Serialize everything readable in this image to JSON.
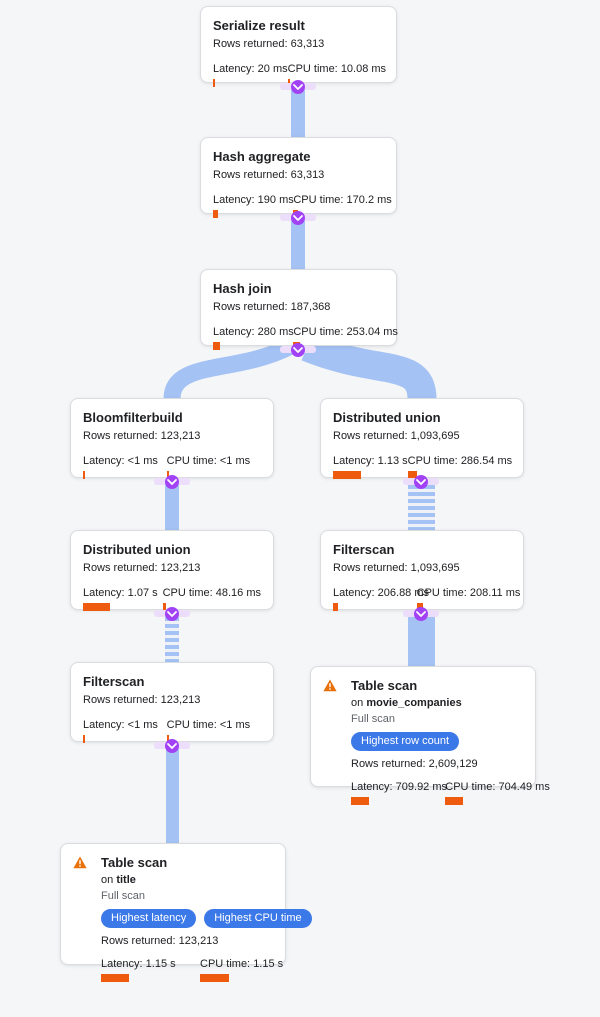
{
  "labels": {
    "rows": "Rows returned:",
    "latency": "Latency:",
    "cpu": "CPU time:",
    "on": "on"
  },
  "colors": {
    "canvas_bg": "#f5f6f8",
    "link_blue": "#a4c2f4",
    "chevron_purple": "#a142f4",
    "chevron_band": "#ecddfb",
    "metric_bar_orange": "#ee5b0f",
    "badge_blue": "#3b78e8",
    "warning_orange": "#e8710a",
    "scan_type_gray": "#5f6368"
  },
  "nodes": [
    {
      "title": "Serialize result",
      "rows": "63,313",
      "latency": "20 ms",
      "cpu": "10.08 ms",
      "latency_bar": 2,
      "cpu_bar": 2
    },
    {
      "title": "Hash aggregate",
      "rows": "63,313",
      "latency": "190 ms",
      "cpu": "170.2 ms",
      "latency_bar": 5,
      "cpu_bar": 5
    },
    {
      "title": "Hash join",
      "rows": "187,368",
      "latency": "280 ms",
      "cpu": "253.04 ms",
      "latency_bar": 7,
      "cpu_bar": 7
    },
    {
      "title": "Bloomfilterbuild",
      "rows": "123,213",
      "latency": "<1 ms",
      "cpu": "<1 ms",
      "latency_bar": 2,
      "cpu_bar": 2
    },
    {
      "title": "Distributed union",
      "rows": "1,093,695",
      "latency": "1.13 s",
      "cpu": "286.54 ms",
      "latency_bar": 28,
      "cpu_bar": 9
    },
    {
      "title": "Distributed union",
      "rows": "123,213",
      "latency": "1.07 s",
      "cpu": "48.16 ms",
      "latency_bar": 27,
      "cpu_bar": 3
    },
    {
      "title": "Filterscan",
      "rows": "1,093,695",
      "latency": "206.88 ms",
      "cpu": "208.11 ms",
      "latency_bar": 5,
      "cpu_bar": 6
    },
    {
      "title": "Filterscan",
      "rows": "123,213",
      "latency": "<1 ms",
      "cpu": "<1 ms",
      "latency_bar": 2,
      "cpu_bar": 2
    },
    {
      "title": "Table scan",
      "table": "movie_companies",
      "scan_type": "Full scan",
      "badges": [
        "Highest row count"
      ],
      "rows": "2,609,129",
      "latency": "709.92 ms",
      "cpu": "704.49 ms",
      "latency_bar": 18,
      "cpu_bar": 18
    },
    {
      "title": "Table scan",
      "table": "title",
      "scan_type": "Full scan",
      "badges": [
        "Highest latency",
        "Highest CPU time"
      ],
      "rows": "123,213",
      "latency": "1.15 s",
      "cpu": "1.15 s",
      "latency_bar": 28,
      "cpu_bar": 29
    }
  ]
}
